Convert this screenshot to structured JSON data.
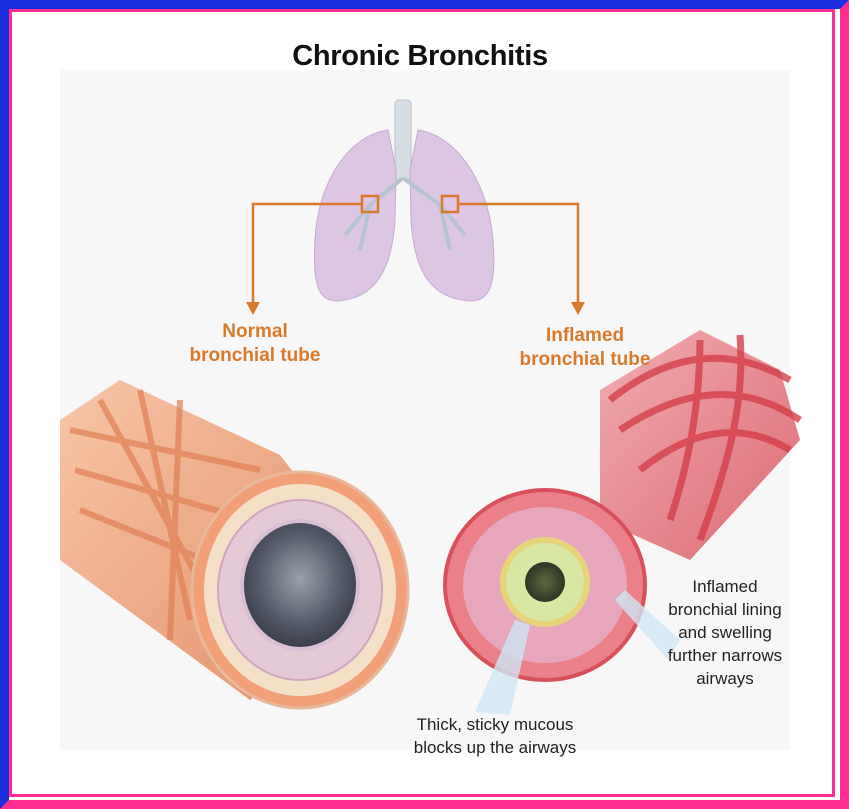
{
  "diagram": {
    "title": "Chronic Bronchitis",
    "normal_label_line1": "Normal",
    "normal_label_line2": "bronchial tube",
    "inflamed_label_line1": "Inflamed",
    "inflamed_label_line2": "bronchial tube",
    "lining_label": [
      "Inflamed",
      "bronchial lining",
      "and swelling",
      "further narrows",
      "airways"
    ],
    "mucous_label": [
      "Thick, sticky mucous",
      "blocks up the airways"
    ]
  },
  "colors": {
    "outer_border_left_top": "#1a2ee0",
    "outer_border_right_bottom": "#ff2d8f",
    "label_orange": "#d9792a",
    "lung": "#d9c3e3",
    "normal_muscle": "#f0a27a",
    "inflamed_muscle": "#e8545a"
  }
}
